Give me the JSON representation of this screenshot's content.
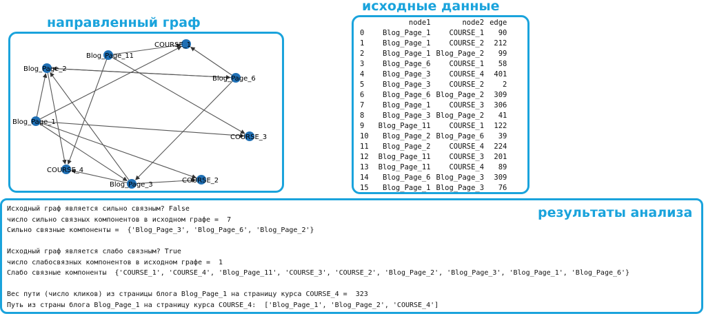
{
  "headings": {
    "graph": "направленный граф",
    "data": "исходные данные",
    "results": "результаты анализа"
  },
  "graph": {
    "nodes": [
      {
        "id": "COURSE_1",
        "label": "COURSE_1"
      },
      {
        "id": "Blog_Page_11",
        "label": "Blog_Page_11"
      },
      {
        "id": "Blog_Page_2",
        "label": "Blog_Page_2"
      },
      {
        "id": "Blog_Page_6",
        "label": "Blog_Page_6"
      },
      {
        "id": "Blog_Page_1",
        "label": "Blog_Page_1"
      },
      {
        "id": "COURSE_3",
        "label": "COURSE_3"
      },
      {
        "id": "COURSE_4",
        "label": "COURSE_4"
      },
      {
        "id": "COURSE_2",
        "label": "COURSE_2"
      },
      {
        "id": "Blog_Page_3",
        "label": "Blog_Page_3"
      }
    ]
  },
  "table": {
    "columns": [
      "",
      "node1",
      "node2",
      "edge"
    ],
    "rows": [
      [
        "0",
        "Blog_Page_1",
        "COURSE_1",
        "90"
      ],
      [
        "1",
        "Blog_Page_1",
        "COURSE_2",
        "212"
      ],
      [
        "2",
        "Blog_Page_1",
        "Blog_Page_2",
        "99"
      ],
      [
        "3",
        "Blog_Page_6",
        "COURSE_1",
        "58"
      ],
      [
        "4",
        "Blog_Page_3",
        "COURSE_4",
        "401"
      ],
      [
        "5",
        "Blog_Page_3",
        "COURSE_2",
        "2"
      ],
      [
        "6",
        "Blog_Page_6",
        "Blog_Page_2",
        "309"
      ],
      [
        "7",
        "Blog_Page_1",
        "COURSE_3",
        "306"
      ],
      [
        "8",
        "Blog_Page_3",
        "Blog_Page_2",
        "41"
      ],
      [
        "9",
        "Blog_Page_11",
        "COURSE_1",
        "122"
      ],
      [
        "10",
        "Blog_Page_2",
        "Blog_Page_6",
        "39"
      ],
      [
        "11",
        "Blog_Page_2",
        "COURSE_4",
        "224"
      ],
      [
        "12",
        "Blog_Page_11",
        "COURSE_3",
        "201"
      ],
      [
        "13",
        "Blog_Page_11",
        "COURSE_4",
        "89"
      ],
      [
        "14",
        "Blog_Page_6",
        "Blog_Page_3",
        "309"
      ],
      [
        "15",
        "Blog_Page_1",
        "Blog_Page_3",
        "76"
      ]
    ]
  },
  "results": {
    "lines": [
      "Исходный граф является сильно связным? False",
      "число сильно связных компонентов в исходном графе =  7",
      "Сильно связные компоненты =  {'Blog_Page_3', 'Blog_Page_6', 'Blog_Page_2'}",
      "",
      "Исходный граф является слабо связным? True",
      "число слабосвязных компонентов в исходном графе =  1",
      "Слабо связные компоненты  {'COURSE_1', 'COURSE_4', 'Blog_Page_11', 'COURSE_3', 'COURSE_2', 'Blog_Page_2', 'Blog_Page_3', 'Blog_Page_1', 'Blog_Page_6'}",
      "",
      "Вес пути (число кликов) из страницы блога Blog_Page_1 на страницу курса COURSE_4 =  323",
      "Путь из страны блога Blog_Page_1 на страницу курса COURSE_4:  ['Blog_Page_1', 'Blog_Page_2', 'COURSE_4']"
    ]
  },
  "colors": {
    "accent": "#1aa3dc",
    "node": "#1f6fb4",
    "edge": "#555555"
  }
}
